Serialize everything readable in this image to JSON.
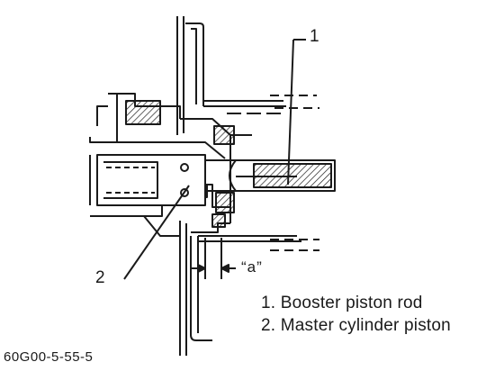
{
  "callouts": {
    "one": "1",
    "two": "2",
    "gap": "“a”"
  },
  "legend": [
    "1. Booster piston rod",
    "2. Master cylinder piston"
  ],
  "figure_id": "60G00-5-55-5",
  "colors": {
    "ink": "#1a1a1a",
    "paper": "#ffffff"
  }
}
